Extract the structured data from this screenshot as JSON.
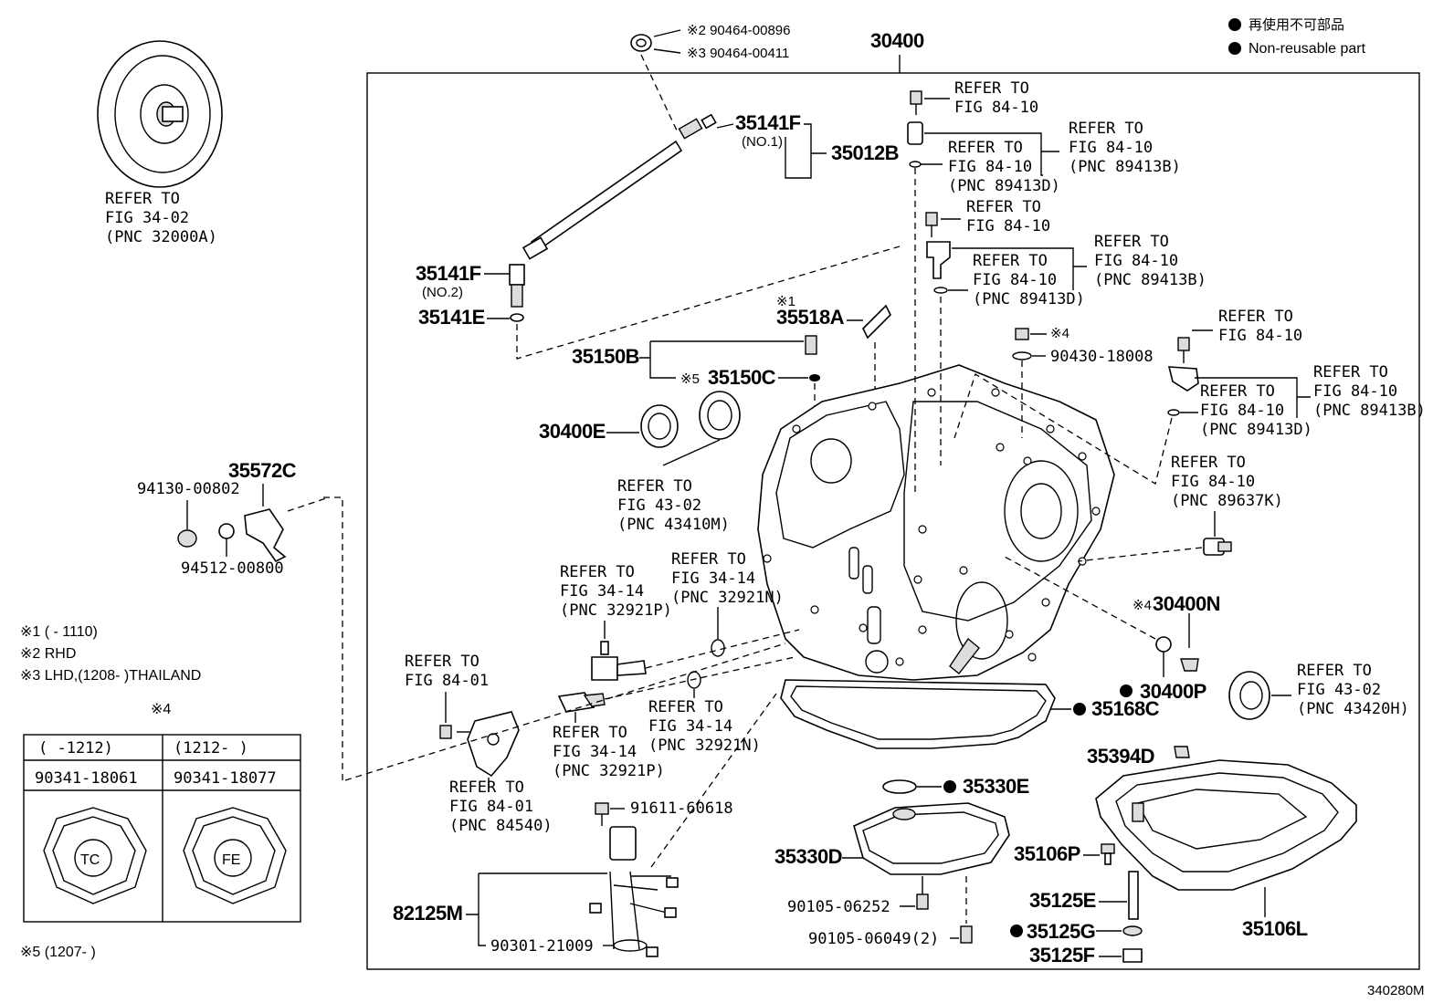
{
  "legend": {
    "dot": "●",
    "jp": "再使用不可部品",
    "en": "Non-reusable part"
  },
  "figure_id": "340280M",
  "assembly_pnc": "30400",
  "callouts": {
    "c35141f_1": "35141F",
    "c35141f_1_sub": "(NO.1)",
    "c35012b": "35012B",
    "c35141f_2": "35141F",
    "c35141f_2_sub": "(NO.2)",
    "c35141e": "35141E",
    "c35518a": "35518A",
    "c35518a_note": "※1",
    "c35150b": "35150B",
    "c35150c": "35150C",
    "c35150c_note": "※5",
    "c30400e": "30400E",
    "c35572c": "35572C",
    "c94130": "94130-00802",
    "c94512": "94512-00800",
    "c90430": "90430-18008",
    "c90430_note": "※4",
    "c30400n": "30400N",
    "c30400n_note": "※4",
    "c30400p": "30400P",
    "c35168c": "35168C",
    "c35394d": "35394D",
    "c35330e": "35330E",
    "c35330d": "35330D",
    "c91611": "91611-60618",
    "c82125m": "82125M",
    "c90301": "90301-21009",
    "c90105a": "90105-06252",
    "c90105b": "90105-06049(2)",
    "c35106p": "35106P",
    "c35125e": "35125E",
    "c35125g": "35125G",
    "c35125f": "35125F",
    "c35106l": "35106L",
    "seal_top1": "※2 90464-00896",
    "seal_top2": "※3 90464-00411"
  },
  "refs": {
    "r32000a": [
      "REFER TO",
      "FIG 34-02",
      "(PNC 32000A)"
    ],
    "r8410a": [
      "REFER TO",
      "FIG 84-10"
    ],
    "r8410b": [
      "REFER TO",
      "FIG 84-10",
      "(PNC 89413B)"
    ],
    "r8410c": [
      "REFER TO",
      "FIG 84-10",
      "(PNC 89413D)"
    ],
    "r8410d": [
      "REFER TO",
      "FIG 84-10"
    ],
    "r8410e": [
      "REFER TO",
      "FIG 84-10",
      "(PNC 89413B)"
    ],
    "r8410f": [
      "REFER TO",
      "FIG 84-10",
      "(PNC 89413D)"
    ],
    "r8410g": [
      "REFER TO",
      "FIG 84-10"
    ],
    "r8410h": [
      "REFER TO",
      "FIG 84-10",
      "(PNC 89413B)"
    ],
    "r8410i": [
      "REFER TO",
      "FIG 84-10",
      "(PNC 89413D)"
    ],
    "r89637k": [
      "REFER TO",
      "FIG 84-10",
      "(PNC 89637K)"
    ],
    "r43410m": [
      "REFER TO",
      "FIG 43-02",
      "(PNC 43410M)"
    ],
    "r32921p_a": [
      "REFER TO",
      "FIG 34-14",
      "(PNC 32921P)"
    ],
    "r32921n_a": [
      "REFER TO",
      "FIG 34-14",
      "(PNC 32921N)"
    ],
    "r32921n_b": [
      "REFER TO",
      "FIG 34-14",
      "(PNC 32921N)"
    ],
    "r32921p_b": [
      "REFER TO",
      "FIG 34-14",
      "(PNC 32921P)"
    ],
    "r8401a": [
      "REFER TO",
      "FIG 84-01"
    ],
    "r84540": [
      "REFER TO",
      "FIG 84-01",
      "(PNC 84540)"
    ],
    "r43420h": [
      "REFER TO",
      "FIG 43-02",
      "(PNC 43420H)"
    ]
  },
  "notes": {
    "n1": "※1 (        - 1110)",
    "n2": "※2 RHD",
    "n3": "※3 LHD,(1208-      )THAILAND",
    "n4": "※4",
    "n5": "※5 (1207-          )"
  },
  "table": {
    "head_left": "(       -1212)",
    "head_right": "(1212-        )",
    "part_left": "90341-18061",
    "part_right": "90341-18077",
    "mark_left": "TC",
    "mark_right": "FE"
  }
}
